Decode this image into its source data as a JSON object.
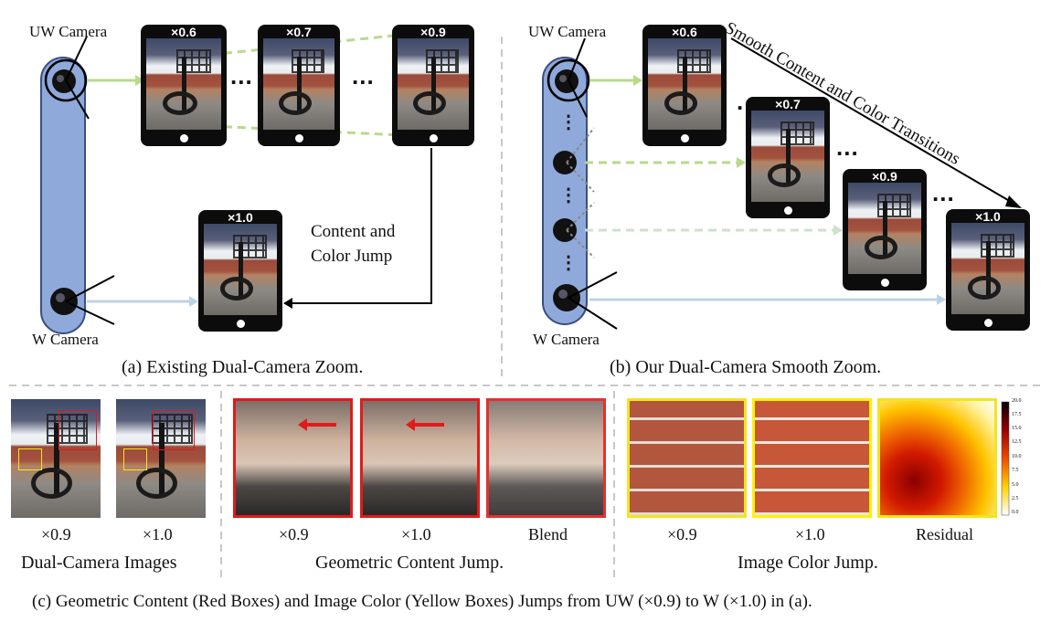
{
  "panel_a": {
    "uw_label": "UW Camera",
    "w_label": "W Camera",
    "zooms": [
      "×0.6",
      "×0.7",
      "×0.9"
    ],
    "bottom_zoom": "×1.0",
    "ellipsis": "...",
    "jump_line1": "Content and",
    "jump_line2": "Color Jump",
    "caption": "(a) Existing Dual-Camera Zoom."
  },
  "panel_b": {
    "uw_label": "UW Camera",
    "w_label": "W Camera",
    "zooms": [
      "×0.6",
      "×0.7",
      "×0.9",
      "×1.0"
    ],
    "ellipsis": "...",
    "smooth_text": "Smooth Content and Color Transitions",
    "caption": "(b) Our Dual-Camera Smooth Zoom."
  },
  "panel_c": {
    "dual": {
      "labels": [
        "×0.9",
        "×1.0"
      ],
      "title": "Dual-Camera Images"
    },
    "geometric": {
      "labels": [
        "×0.9",
        "×1.0",
        "Blend"
      ],
      "title": "Geometric Content Jump."
    },
    "color": {
      "labels": [
        "×0.9",
        "×1.0",
        "Residual"
      ],
      "title": "Image Color Jump."
    },
    "colorbar_ticks": [
      "20.0",
      "17.5",
      "15.0",
      "12.5",
      "10.0",
      "7.5",
      "5.0",
      "2.5",
      "0.0"
    ],
    "caption": "(c) Geometric Content (Red Boxes) and Image Color (Yellow Boxes) Jumps from UW (×0.9) to W (×1.0) in (a)."
  },
  "colors": {
    "camera_body": "#8fa9da",
    "green_arrow": "#b9d98a",
    "blue_arrow": "#bcd3e6",
    "red_box": "#e01b1b",
    "yellow_box": "#f2e51d",
    "divider": "#c8c8c8"
  }
}
